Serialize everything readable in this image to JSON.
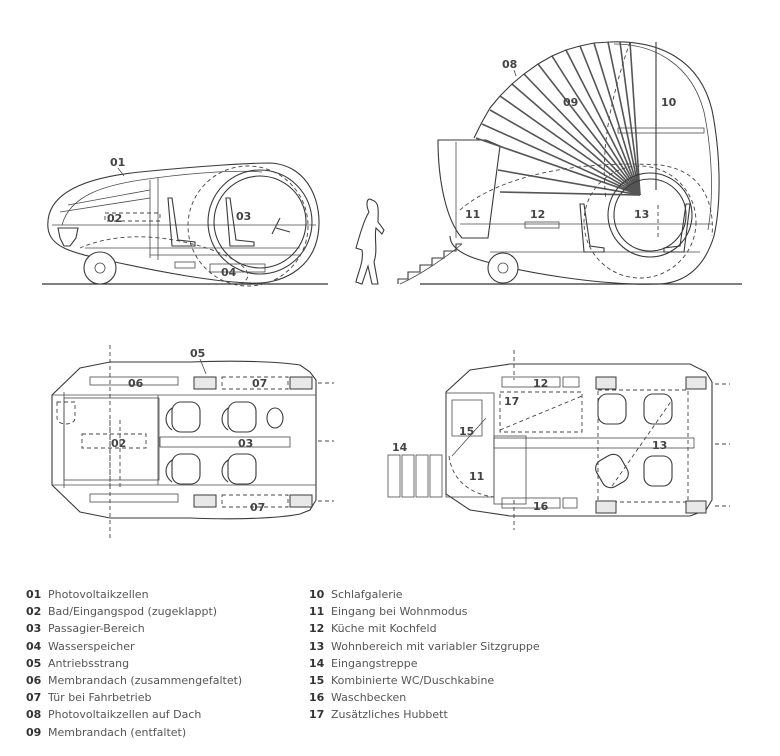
{
  "colors": {
    "line": "#3a3a3a",
    "legend_number": "#333333",
    "legend_text": "#555555",
    "background": "#ffffff"
  },
  "callouts": {
    "drive_side": [
      "01",
      "02",
      "03",
      "04"
    ],
    "living_side": [
      "08",
      "09",
      "10",
      "11",
      "12",
      "13"
    ],
    "drive_top": [
      "05",
      "06",
      "07",
      "02",
      "03",
      "07"
    ],
    "living_top": [
      "12",
      "17",
      "15",
      "14",
      "11",
      "13",
      "16"
    ]
  },
  "legend": {
    "left": [
      {
        "num": "01",
        "label": "Photovoltaikzellen"
      },
      {
        "num": "02",
        "label": "Bad/Eingangspod (zugeklappt)"
      },
      {
        "num": "03",
        "label": "Passagier-Bereich"
      },
      {
        "num": "04",
        "label": "Wasserspeicher"
      },
      {
        "num": "05",
        "label": "Antriebsstrang"
      },
      {
        "num": "06",
        "label": "Membrandach (zusammengefaltet)"
      },
      {
        "num": "07",
        "label": "Tür bei Fahrbetrieb"
      },
      {
        "num": "08",
        "label": "Photovoltaikzellen auf Dach"
      },
      {
        "num": "09",
        "label": "Membrandach (entfaltet)"
      }
    ],
    "right": [
      {
        "num": "10",
        "label": "Schlafgalerie"
      },
      {
        "num": "11",
        "label": "Eingang bei Wohnmodus"
      },
      {
        "num": "12",
        "label": "Küche mit Kochfeld"
      },
      {
        "num": "13",
        "label": "Wohnbereich mit variabler Sitzgruppe"
      },
      {
        "num": "14",
        "label": "Eingangstreppe"
      },
      {
        "num": "15",
        "label": "Kombinierte WC/Duschkabine"
      },
      {
        "num": "16",
        "label": "Waschbecken"
      },
      {
        "num": "17",
        "label": "Zusätzliches Hubbett"
      }
    ]
  }
}
